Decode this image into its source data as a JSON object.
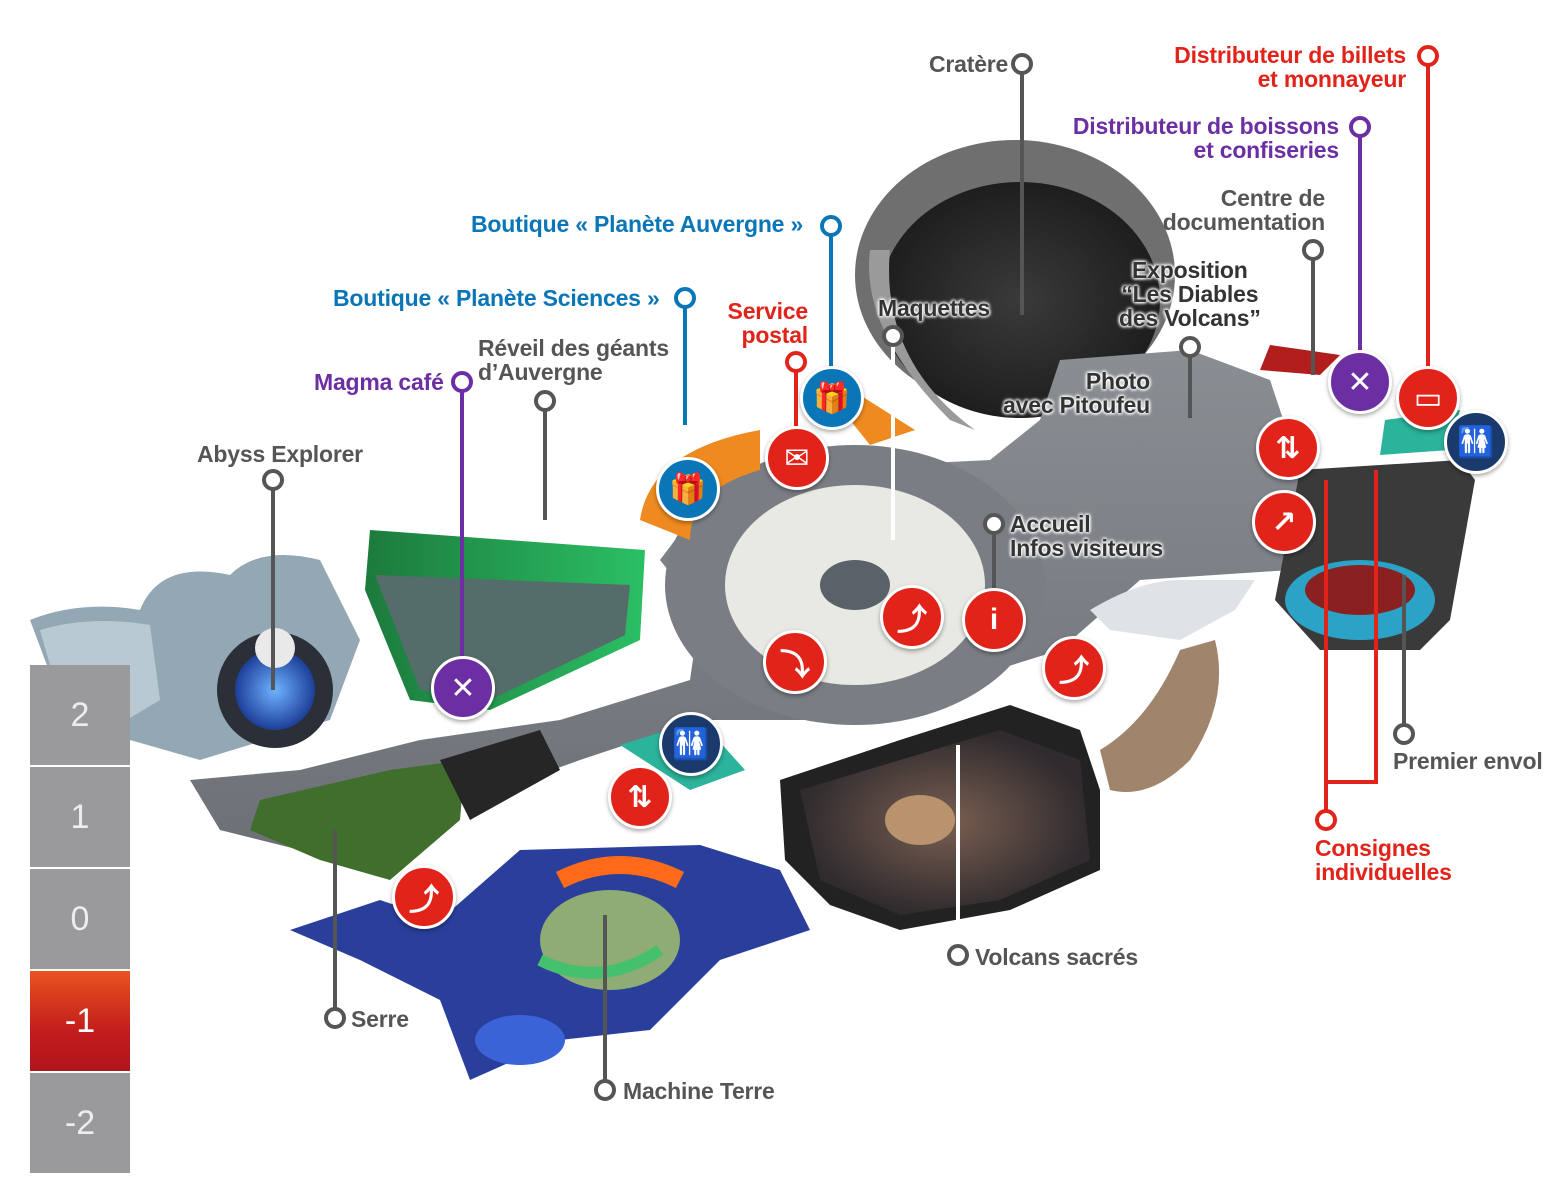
{
  "floors": {
    "items": [
      "2",
      "1",
      "0",
      "-1",
      "-2"
    ],
    "active": "-1"
  },
  "labels": {
    "cratere": "Cratère",
    "distributeur_billets": [
      "Distributeur de billets",
      "et monnayeur"
    ],
    "distributeur_boissons": [
      "Distributeur de boissons",
      "et confiseries"
    ],
    "centre_documentation": [
      "Centre de",
      "documentation"
    ],
    "boutique_auvergne": "Boutique « Planète Auvergne »",
    "boutique_sciences": "Boutique « Planète Sciences »",
    "service_postal": [
      "Service",
      "postal"
    ],
    "maquettes": "Maquettes",
    "exposition": [
      "Exposition",
      "“Les Diables",
      "des Volcans”"
    ],
    "photo": [
      "Photo",
      "avec Pitoufeu"
    ],
    "reveil": [
      "Réveil des géants",
      "d’Auvergne"
    ],
    "magma_cafe": "Magma café",
    "abyss_explorer": "Abyss Explorer",
    "accueil": [
      "Accueil",
      "Infos visiteurs"
    ],
    "premier_envol": "Premier envol",
    "consignes": [
      "Consignes",
      "individuelles"
    ],
    "volcans_sacres": "Volcans sacrés",
    "serre": "Serre",
    "machine_terre": "Machine Terre"
  },
  "colors": {
    "red": "#e2231a",
    "blue": "#0a76b7",
    "purple": "#6c2fa3",
    "gray": "#555555",
    "navy": "#1a3a6e"
  },
  "icons": {
    "gift": "gift-icon",
    "mail": "mail-icon",
    "restaurant": "fork-knife-icon",
    "info": "info-icon",
    "stairs_up": "stairs-up-icon",
    "stairs_down": "stairs-down-icon",
    "elevator": "elevator-icon",
    "escalator": "escalator-icon",
    "toilets": "toilets-icon",
    "card": "card-payment-icon"
  }
}
